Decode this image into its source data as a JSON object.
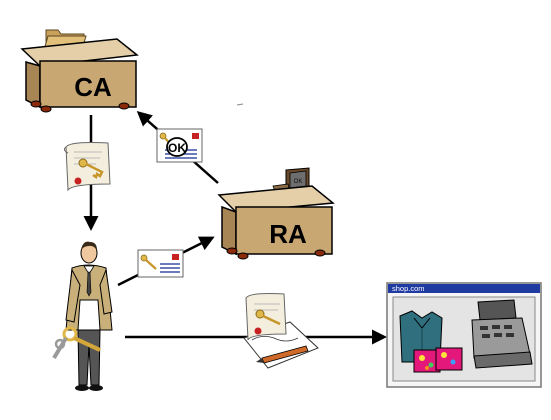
{
  "ca_desk": {
    "label": "CA"
  },
  "ra_desk": {
    "label": "RA"
  },
  "ra_monitor": {
    "label": "OK"
  },
  "ok_card": {
    "label": "OK"
  },
  "shop_window": {
    "title": "shop.com"
  }
}
